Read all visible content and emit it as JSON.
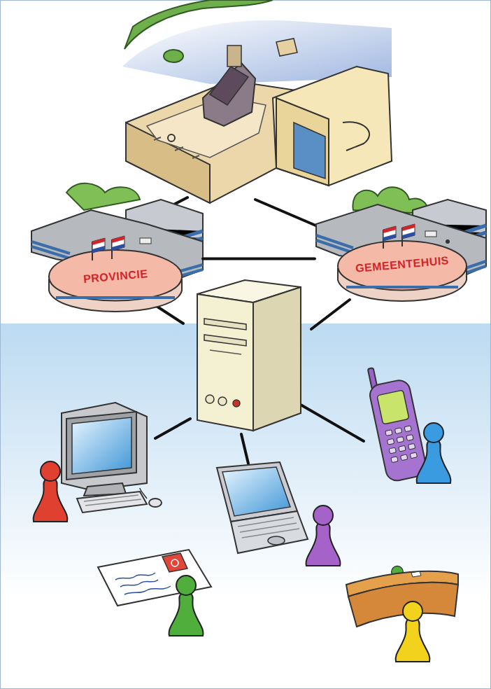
{
  "diagram": {
    "nodes": [
      {
        "text": [
          "PROVINCIE"
        ]
      },
      {
        "text": [
          "GEMEENTEHUIS"
        ]
      }
    ],
    "edges": [
      {
        "from": 0,
        "to": 1,
        "arrow": "none"
      }
    ]
  }
}
